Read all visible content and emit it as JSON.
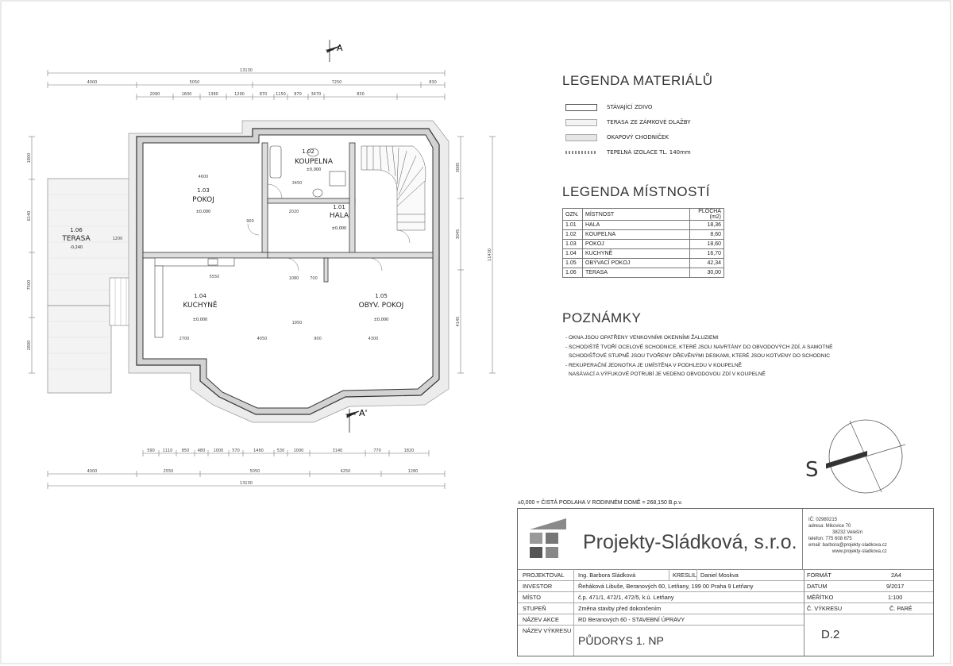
{
  "legend_materials": {
    "title": "LEGENDA MATERIÁLŮ",
    "items": [
      {
        "label": "STÁVAJÍCÍ ZDIVO",
        "fill": "#ffffff"
      },
      {
        "label": "TERASA ZE ZÁMKOVÉ DLAŽBY",
        "fill": "#f3f3f3"
      },
      {
        "label": "OKAPOVÝ CHODNÍČEK",
        "fill": "#e6e6e6"
      },
      {
        "label": "TEPELNÁ IZOLACE TL. 140mm",
        "fill": "#cfcfcf"
      }
    ]
  },
  "legend_rooms": {
    "title": "LEGENDA MÍSTNOSTÍ",
    "headers": [
      "OZN.",
      "MÍSTNOST",
      "PLOCHA (m2)"
    ],
    "rows": [
      [
        "1.01",
        "HALA",
        "18,36"
      ],
      [
        "1.02",
        "KOUPELNA",
        "8,60"
      ],
      [
        "1.03",
        "POKOJ",
        "18,60"
      ],
      [
        "1.04",
        "KUCHYNĚ",
        "16,70"
      ],
      [
        "1.05",
        "OBÝVACÍ POKOJ",
        "42,34"
      ],
      [
        "1.06",
        "TERASA",
        "30,00"
      ]
    ]
  },
  "notes": {
    "title": "POZNÁMKY",
    "lines": [
      "- OKNA JSOU OPATŘENY VENKOVNÍMI OKENNÍMI ŽALUZIEMI",
      "- SCHODIŠTĚ TVOŘÍ OCELOVÉ SCHODNICE, KTERÉ JSOU NAVRTÁNY DO OBVODOVÝCH ZDÍ, A SAMOTNÉ",
      "  SCHODIŠŤOVÉ STUPNĚ JSOU TVOŘENY DŘEVĚNÝMI DESKAMI, KTERÉ JSOU KOTVENY DO SCHODNIC",
      "- REKUPERAČNÍ JEDNOTKA JE UMÍSTĚNA V PODHLEDU V KOUPELNĚ",
      "  NASÁVACÍ A VÝFUKOVÉ POTRUBÍ JE VEDENO OBVODOVOU ZDÍ V KOUPELNĚ"
    ]
  },
  "plan": {
    "section_label_top": "A",
    "section_label_bottom": "A'",
    "rooms": [
      {
        "num": "1.01",
        "name": "HALA",
        "level": "±0,000"
      },
      {
        "num": "1.02",
        "name": "KOUPELNA",
        "level": "±0,000"
      },
      {
        "num": "1.03",
        "name": "POKOJ",
        "level": "±0,000"
      },
      {
        "num": "1.04",
        "name": "KUCHYNĚ",
        "level": "±0,000"
      },
      {
        "num": "1.05",
        "name": "OBYV. POKOJ",
        "level": "±0,000"
      },
      {
        "num": "1.06",
        "name": "TERASA",
        "level": "-0,240"
      }
    ],
    "dims_top_total": "13130",
    "dims_top_row1": [
      "4000",
      "5050",
      "7250",
      "830"
    ],
    "dims_top_row2": [
      "2090",
      "1600",
      "1380",
      "1290",
      "870",
      "1150",
      "870",
      "3470",
      "830"
    ],
    "dims_bottom_row1": [
      "4000",
      "2550",
      "5050",
      "4250",
      "1280"
    ],
    "dims_bottom_total": "13130",
    "dims_bottom_row2": [
      "590",
      "1110",
      "850",
      "480",
      "1000",
      "570",
      "1460",
      "530",
      "1000",
      "3140",
      "770",
      "1820"
    ],
    "dims_left": [
      "1800",
      "6140",
      "7500",
      "2800"
    ],
    "dims_right": [
      "3005",
      "3045",
      "4145",
      "11430"
    ],
    "inner_dims": [
      "4600",
      "3450",
      "5550",
      "1950",
      "2700",
      "4050",
      "900",
      "4300",
      "1080",
      "700",
      "2020",
      "900",
      "1200"
    ]
  },
  "compass": {
    "label": "S"
  },
  "base_note": "±0,000 = ČISTÁ PODLAHA V RODINNÉM DOMĚ = 268,150 B.p.v.",
  "title_block": {
    "company": "Projekty-Sládková, s.r.o.",
    "contact": {
      "ic": "IČ: 02980215",
      "address1": "adresa: Mikovice 70",
      "address2": "38232 Velešín",
      "phone": "telefon: 775 608 675",
      "email": "email: barbora@projekty-sladkova.cz",
      "web": "www.projekty-sladkova.cz"
    },
    "rows": [
      {
        "label": "PROJEKTOVAL",
        "value": "Ing. Barbora Sládková",
        "extra_label": "KRESLIL",
        "extra_value": "Daniel Moskva",
        "right_label": "FORMÁT",
        "right_value": "2A4"
      },
      {
        "label": "INVESTOR",
        "value": "Řeháková Libuše, Beranových 60, Letňany, 199 00 Praha 9 Letňany",
        "right_label": "DATUM",
        "right_value": "9/2017"
      },
      {
        "label": "MÍSTO",
        "value": "č.p. 471/1, 472/1, 472/5, k.ú. Letňany",
        "right_label": "MĚŘÍTKO",
        "right_value": "1:100"
      },
      {
        "label": "STUPEŇ",
        "value": "Změna stavby před dokončením",
        "right_label": "Č. VÝKRESU",
        "right_value": "Č. PARÉ"
      },
      {
        "label": "NÁZEV AKCE",
        "value": "RD Beranových 60 - STAVEBNÍ ÚPRAVY"
      },
      {
        "label": "NÁZEV VÝKRESU",
        "value": "PŮDORYS 1. NP",
        "right_value": "D.2"
      }
    ]
  }
}
